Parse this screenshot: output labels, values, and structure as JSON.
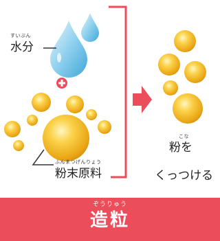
{
  "water": {
    "ruby": "すいぶん",
    "label": "水分"
  },
  "powder": {
    "ruby": "ふんまつげんりょう",
    "label": "粉末原料"
  },
  "result": {
    "ruby": "こな",
    "line1": "粉を",
    "line2": "くっつける"
  },
  "footer": {
    "ruby": "ぞうりゅう",
    "title": "造粒"
  },
  "colors": {
    "accent": "#ec4d5a",
    "drop": "#5fb8e0",
    "granule": "#f2b020",
    "bracket": "#ec4d5a"
  }
}
